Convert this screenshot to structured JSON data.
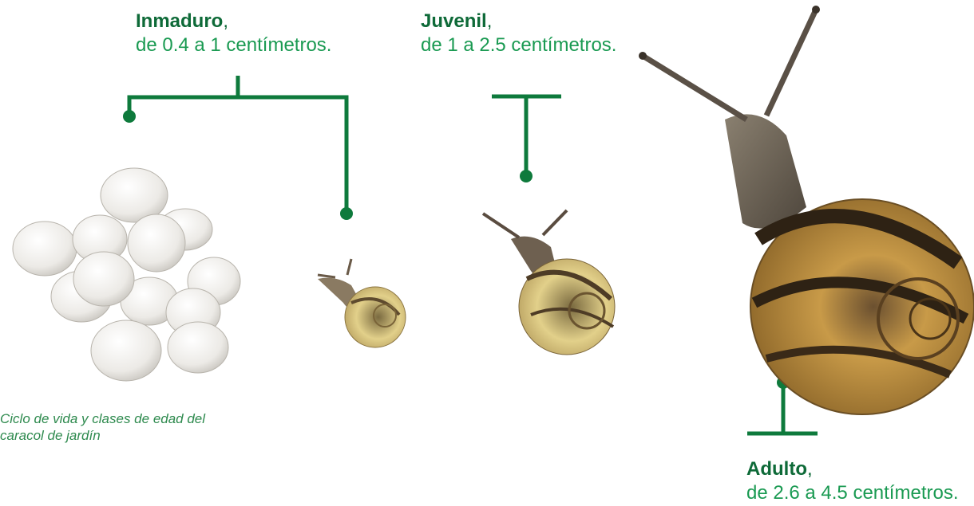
{
  "stages": {
    "inmaduro": {
      "name": "Inmaduro",
      "range": "de 0.4 a 1 centímetros."
    },
    "juvenil": {
      "name": "Juvenil",
      "range": "de 1 a 2.5 centímetros."
    },
    "adulto": {
      "name": "Adulto",
      "range": "de 2.6  a 4.5 centímetros."
    }
  },
  "caption": "Ciclo de vida y clases de edad del caracol de jardín",
  "colors": {
    "connector": "#0e7a3c",
    "label_bold": "#0e6a38",
    "label_text": "#1a9a52"
  }
}
